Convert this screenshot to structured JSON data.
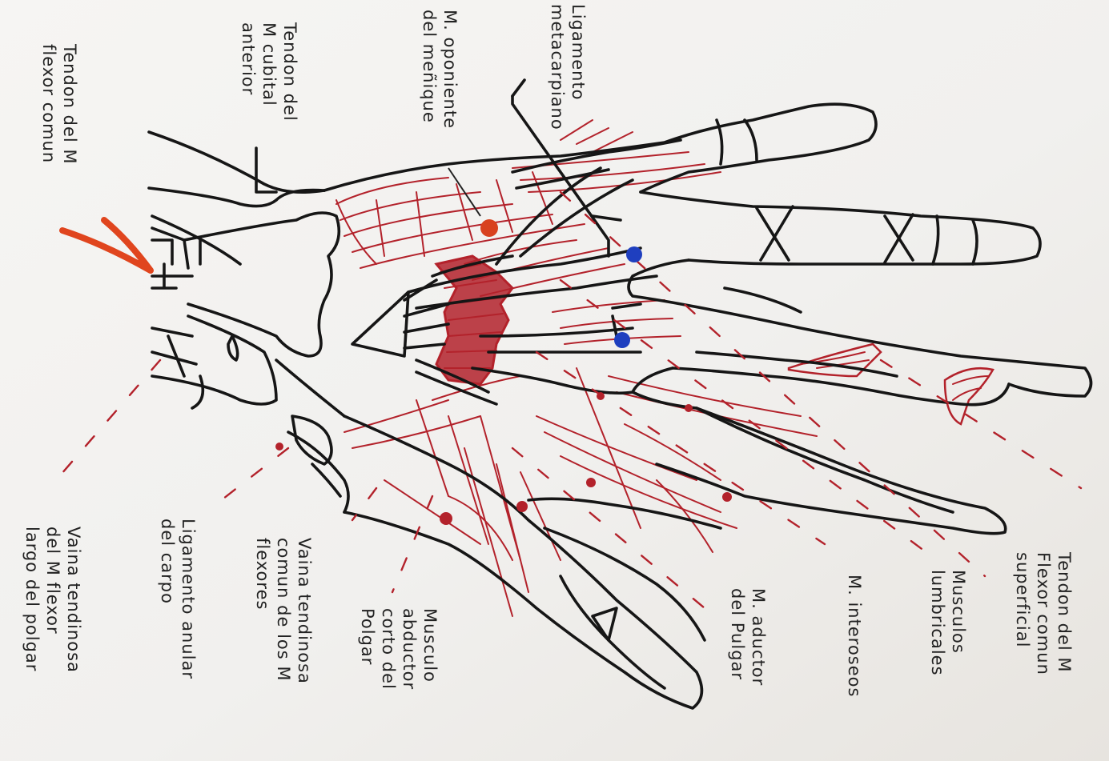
{
  "labels": {
    "tendon_flexor_superficial": [
      "Tendon del M",
      "Flexor comun",
      "superficial"
    ],
    "musculos_lumbricales": [
      "Musculos",
      "lumbricales"
    ],
    "m_interoseos": [
      "M. interoseos"
    ],
    "m_aductor_pulgar": [
      "M. aductor",
      "del Pulgar"
    ],
    "musculo_abductor": [
      "Musculo",
      "abductor",
      "corto del",
      "Polgar"
    ],
    "vaina_tendinosa_comun": [
      "Vaina tendinosa",
      "comun de los M",
      "flexores"
    ],
    "ligamento_anular": [
      "Ligamento anular",
      "del carpo"
    ],
    "vaina_tendinosa_flexor": [
      "Vaina tendinosa",
      "del M flexor",
      "largo del polgar"
    ],
    "tendon_flexor_comun": [
      "Tendon del M",
      "flexor comun"
    ],
    "tendon_cubital": [
      "Tendon del",
      "M cubital",
      "anterior"
    ],
    "m_oponente_menique": [
      "M. oponiente",
      "del meñique"
    ],
    "ligamento_metacarpiano": [
      "Ligamento",
      "metacarpiano"
    ]
  },
  "colors": {
    "ink": "#161616",
    "muscle_red": "#b3222b",
    "arrow_orange": "#e0451e",
    "marker_blue": "#1f3fbf",
    "dot_orange": "#d8421f"
  }
}
